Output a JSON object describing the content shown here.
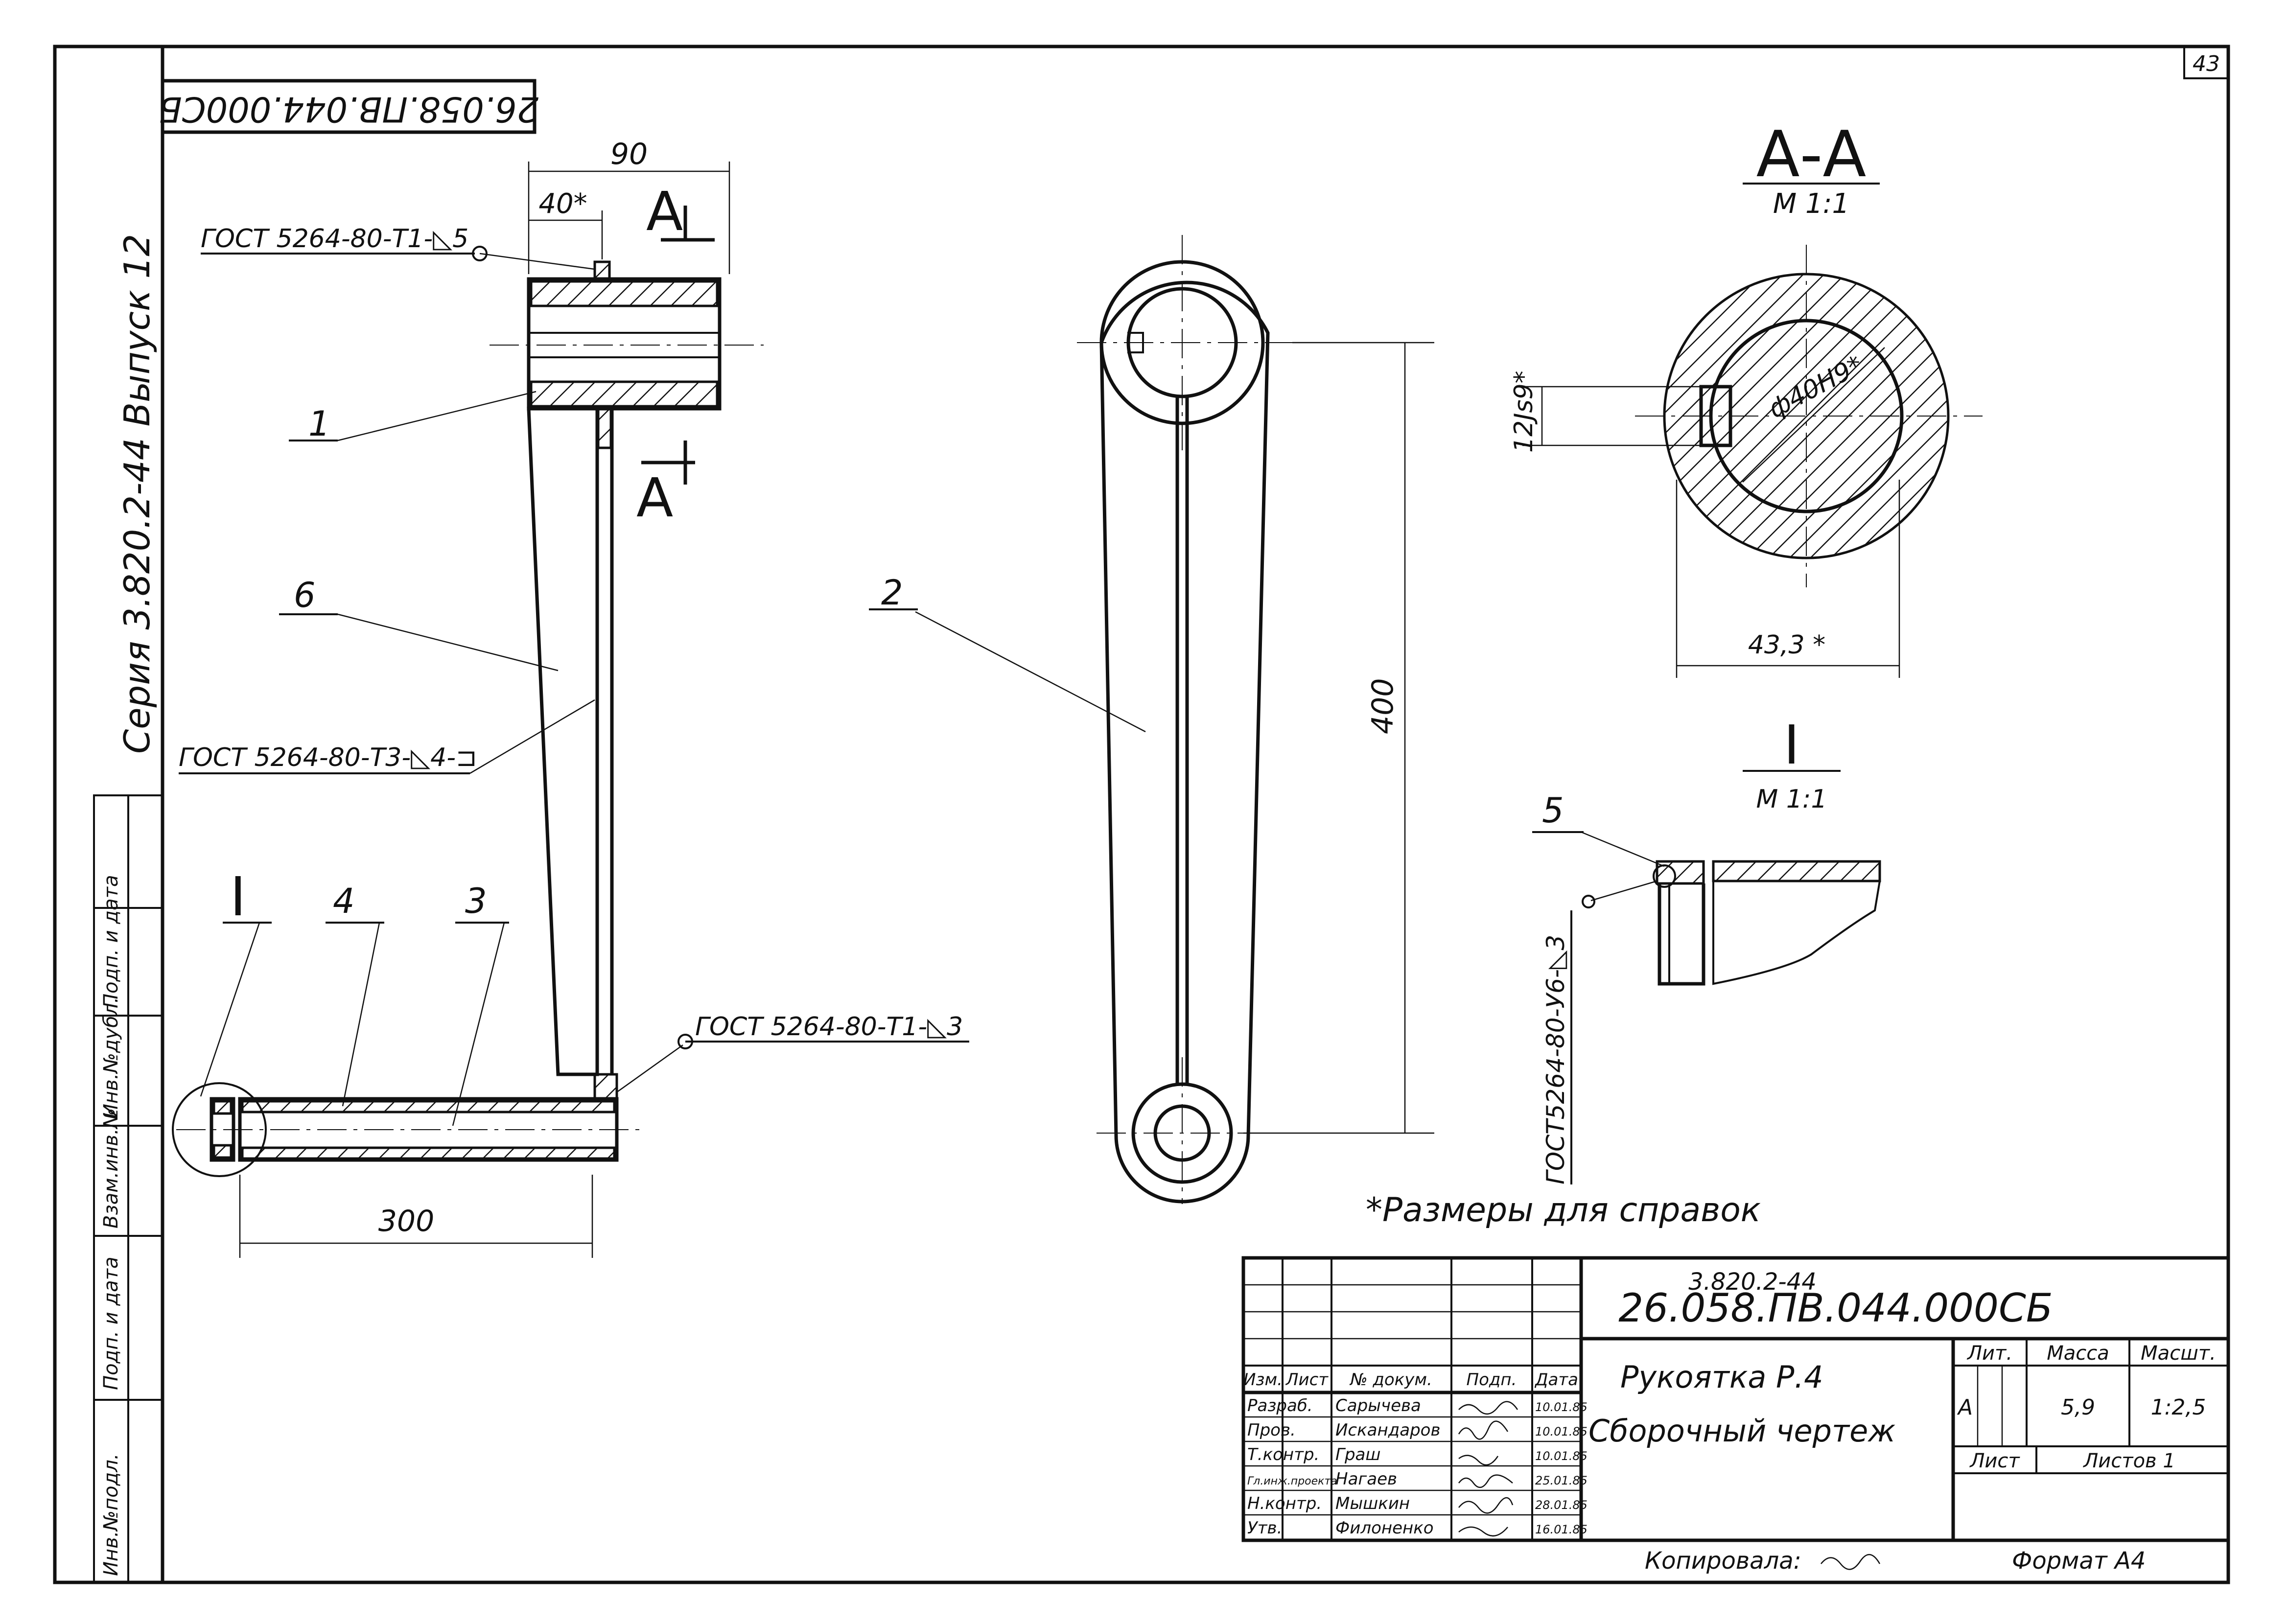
{
  "sheet": {
    "page_number": "43",
    "vertical_code": "26.058.ПВ.044.000СБ",
    "series_label": "Серия 3.820.2-44  Выпуск 12",
    "side_stamp_labels": [
      "Инв.№подл.",
      "Подп. и дата",
      "Взам.инв.№",
      "Инв.№дубл.",
      "Подп. и дата"
    ]
  },
  "drawing": {
    "dim_90": "90",
    "dim_40": "40*",
    "section_letter": "A",
    "weld_top": "ГОСТ 5264-80-Т1-◺5",
    "weld_mid": "ГОСТ 5264-80-Т3-◺4-⊐",
    "weld_bottom": "ГОСТ 5264-80-Т1-◺3",
    "weld_detail": "ГОСТ5264-80-У6-◺3",
    "pos_1": "1",
    "pos_2": "2",
    "pos_3": "3",
    "pos_4": "4",
    "pos_5": "5",
    "pos_6": "6",
    "detail_mark": "I",
    "dim_300": "300",
    "dim_400": "400",
    "section_title": "А-А",
    "section_scale": "М 1:1",
    "dim_key": "12Js9*",
    "dim_bore": "ф40Н9*",
    "dim_433": "43,3 *",
    "detail_title": "I",
    "detail_scale": "М 1:1",
    "reference_note": "*Размеры для справок"
  },
  "title_block": {
    "series_code": "3.820.2-44",
    "doc_code": "26.058.ПВ.044.000СБ",
    "name_line1": "Рукоятка Р.4",
    "name_line2": "Сборочный чертеж",
    "headers": [
      "Изм.",
      "Лист",
      "№ докум.",
      "Подп.",
      "Дата"
    ],
    "people": [
      {
        "role": "Разраб.",
        "name": "Сарычева",
        "date": "10.01.85"
      },
      {
        "role": "Пров.",
        "name": "Искандаров",
        "date": "10.01.85"
      },
      {
        "role": "Т.контр.",
        "name": "Граш",
        "date": "10.01.85"
      },
      {
        "role": "Гл.инж.проекта",
        "name": "Нагаев",
        "date": "25.01.85"
      },
      {
        "role": "Н.контр.",
        "name": "Мышкин",
        "date": "28.01.85"
      },
      {
        "role": "Утв.",
        "name": "Филоненко",
        "date": "16.01.85"
      }
    ],
    "lit_label": "Лит.",
    "mass_label": "Масса",
    "scale_label": "Масшт.",
    "lit_value": "А",
    "mass_value": "5,9",
    "scale_value": "1:2,5",
    "sheet_label": "Лист",
    "sheets_label": "Листов 1",
    "copied_by": "Копировала:",
    "format": "Формат А4"
  }
}
